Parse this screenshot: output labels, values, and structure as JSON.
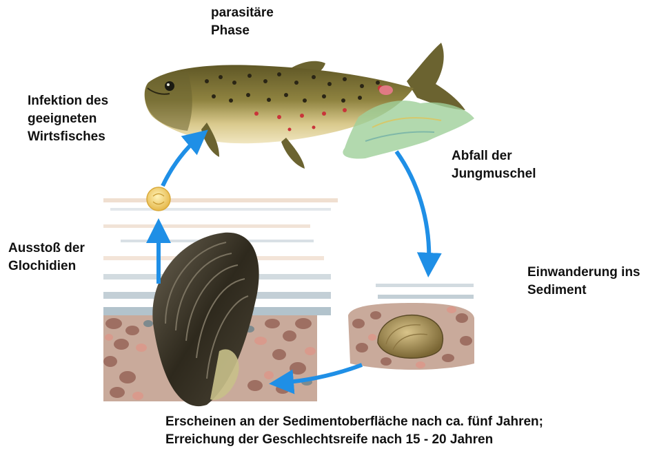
{
  "diagram": {
    "labels": {
      "parasitic_phase": [
        "parasitäre",
        "Phase"
      ],
      "infection": [
        "Infektion des",
        "geeigneten",
        "Wirtsfisches"
      ],
      "juvenile_drop": [
        "Abfall der",
        "Jungmuschel"
      ],
      "glochidia_release": [
        "Ausstoß der",
        "Glochidien"
      ],
      "sediment_migration": [
        "Einwanderung ins",
        "Sediment"
      ],
      "emergence": [
        "Erscheinen an der Sedimentoberfläche nach  ca. fünf Jahren;",
        "Erreichung der Geschlechtsreife  nach 15 - 20 Jahren"
      ]
    },
    "colors": {
      "arrow": "#1f8fe6",
      "text": "#111111",
      "fish_body": "#8a7a3a",
      "fish_belly": "#e8d8a0",
      "mussel_shell": "#3a3426",
      "glochidium": "#f3d873",
      "gravel": "#b7857a",
      "water": "#cfd8de"
    },
    "icons": [
      "trout",
      "large-mussel",
      "juvenile-mussel",
      "glochidium",
      "gravel-bed",
      "water-surface"
    ]
  }
}
